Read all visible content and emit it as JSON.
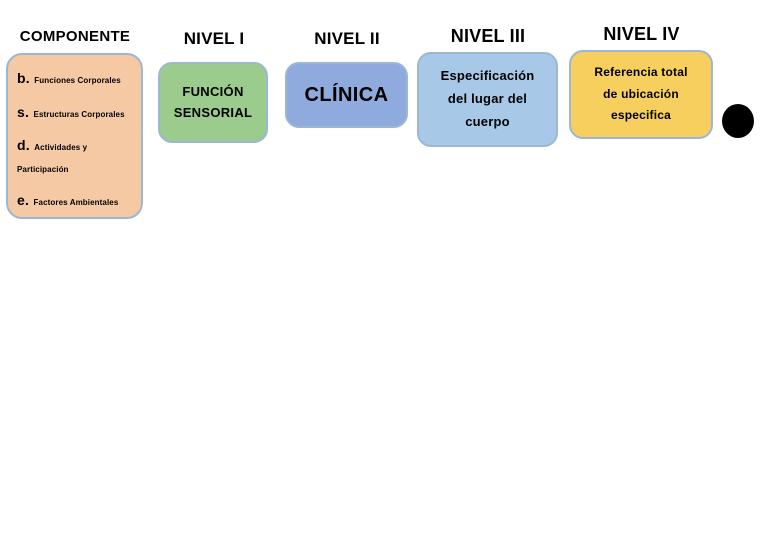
{
  "headers": {
    "componente": "COMPONENTE",
    "nivel_1": "NIVEL I",
    "nivel_2": "NIVEL II",
    "nivel_3": "NIVEL III",
    "nivel_4": "NIVEL IV"
  },
  "componente_box": {
    "fill_color": "#F5C9A3",
    "border_color": "#9BB7D4",
    "items": [
      {
        "letter": "b.",
        "label": "Funciones Corporales"
      },
      {
        "letter": "s.",
        "label": "Estructuras Corporales"
      },
      {
        "letter": "d.",
        "label": "Actividades y Participación"
      },
      {
        "letter": "e.",
        "label": "Factores Ambientales"
      }
    ]
  },
  "levels": [
    {
      "key": "nivel_1",
      "fill_color": "#9CCB8E",
      "border_color": "#9BB7D4",
      "lines": [
        "FUNCIÓN",
        "SENSORIAL"
      ]
    },
    {
      "key": "nivel_2",
      "fill_color": "#8FAADC",
      "border_color": "#9BB7D4",
      "lines": [
        "CLÍNICA"
      ]
    },
    {
      "key": "nivel_3",
      "fill_color": "#A8C8E8",
      "border_color": "#9BB7D4",
      "lines": [
        "Especificación",
        "del lugar del",
        "cuerpo"
      ]
    },
    {
      "key": "nivel_4",
      "fill_color": "#F7CF5E",
      "border_color": "#9BB7D4",
      "lines": [
        "Referencia total",
        "de ubicación",
        "especifica"
      ]
    }
  ],
  "end_marker": {
    "shape": "filled-circle",
    "color": "#000000"
  }
}
